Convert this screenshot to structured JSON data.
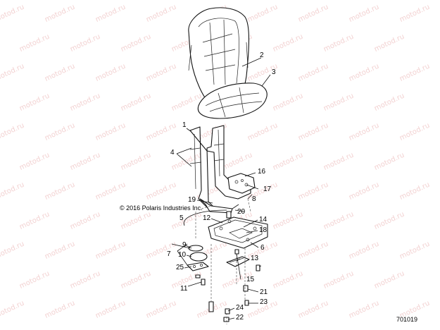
{
  "copyright": "© 2016 Polaris Industries Inc.",
  "drawing_number": "701019",
  "watermark_text": "motod.ru",
  "callouts": {
    "c1": "1",
    "c2": "2",
    "c3": "3",
    "c4": "4",
    "c5": "5",
    "c6": "6",
    "c7": "7",
    "c8": "8",
    "c9": "9",
    "c10": "10",
    "c11": "11",
    "c12": "12",
    "c13": "13",
    "c14": "14",
    "c15": "15",
    "c16": "16",
    "c17": "17",
    "c18": "18",
    "c19": "19",
    "c20": "20",
    "c21": "21",
    "c22": "22",
    "c23": "23",
    "c24": "24",
    "c25": "25"
  },
  "colors": {
    "watermark": "#f0c7c7",
    "line": "#111111",
    "background": "#ffffff"
  }
}
